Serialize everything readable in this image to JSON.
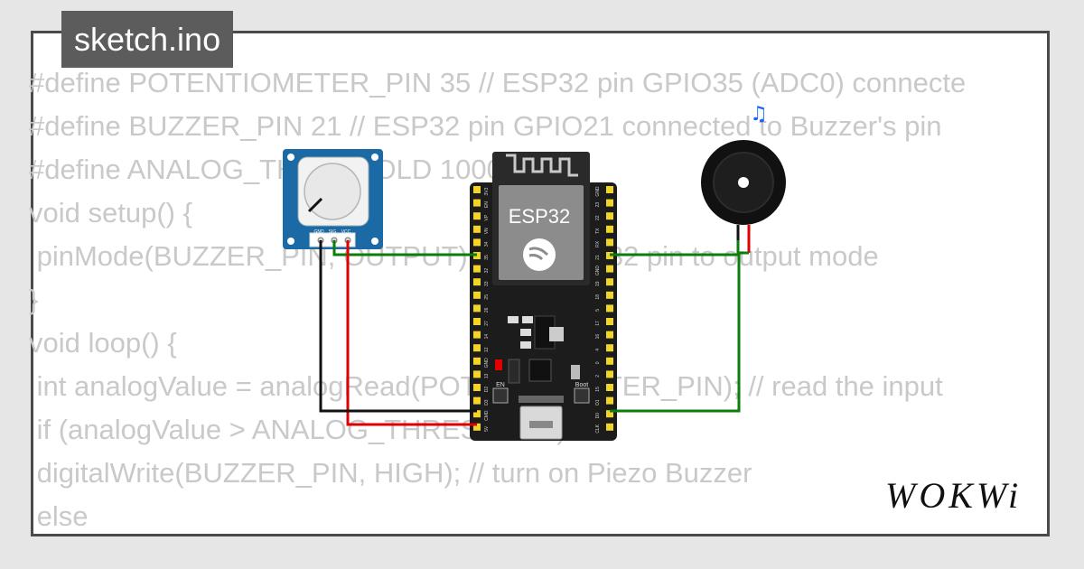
{
  "tab": {
    "filename": "sketch.ino"
  },
  "code_lines": [
    "#define POTENTIOMETER_PIN 35 // ESP32 pin GPIO35 (ADC0) connecte",
    "#define BUZZER_PIN 21 // ESP32 pin GPIO21 connected to Buzzer's pin",
    "#define ANALOG_THRESHOLD 1000",
    "void setup() {",
    " pinMode(BUZZER_PIN, OUTPUT); // set ESP32 pin to output mode",
    "}",
    "void loop() {",
    " int analogValue = analogRead(POTENTIOMETER_PIN); // read the input",
    " if (analogValue > ANALOG_THRESHOLD)",
    " digitalWrite(BUZZER_PIN, HIGH); // turn on Piezo Buzzer",
    " else"
  ],
  "board": {
    "chip_label": "ESP32",
    "left_pins": [
      "3V3",
      "EN",
      "VP",
      "VN",
      "34",
      "35",
      "32",
      "33",
      "25",
      "26",
      "27",
      "14",
      "12",
      "GND",
      "13",
      "D2",
      "D3",
      "CMD",
      "5V"
    ],
    "right_pins": [
      "GND",
      "23",
      "22",
      "TX",
      "RX",
      "21",
      "GND",
      "19",
      "18",
      "5",
      "17",
      "16",
      "4",
      "0",
      "2",
      "15",
      "D1",
      "D0",
      "CLK"
    ],
    "button_en": "EN",
    "button_boot": "Boot"
  },
  "potentiometer": {
    "pins": [
      "GND",
      "SIG",
      "VCC"
    ]
  },
  "brand": {
    "logo_text": "WOKWi"
  },
  "colors": {
    "wire_green": "#0a7d0a",
    "wire_red": "#e00000",
    "wire_black": "#111111",
    "board": "#1c1c1c",
    "pot_blue": "#1b6aa5",
    "music_note": "#1565ff"
  }
}
